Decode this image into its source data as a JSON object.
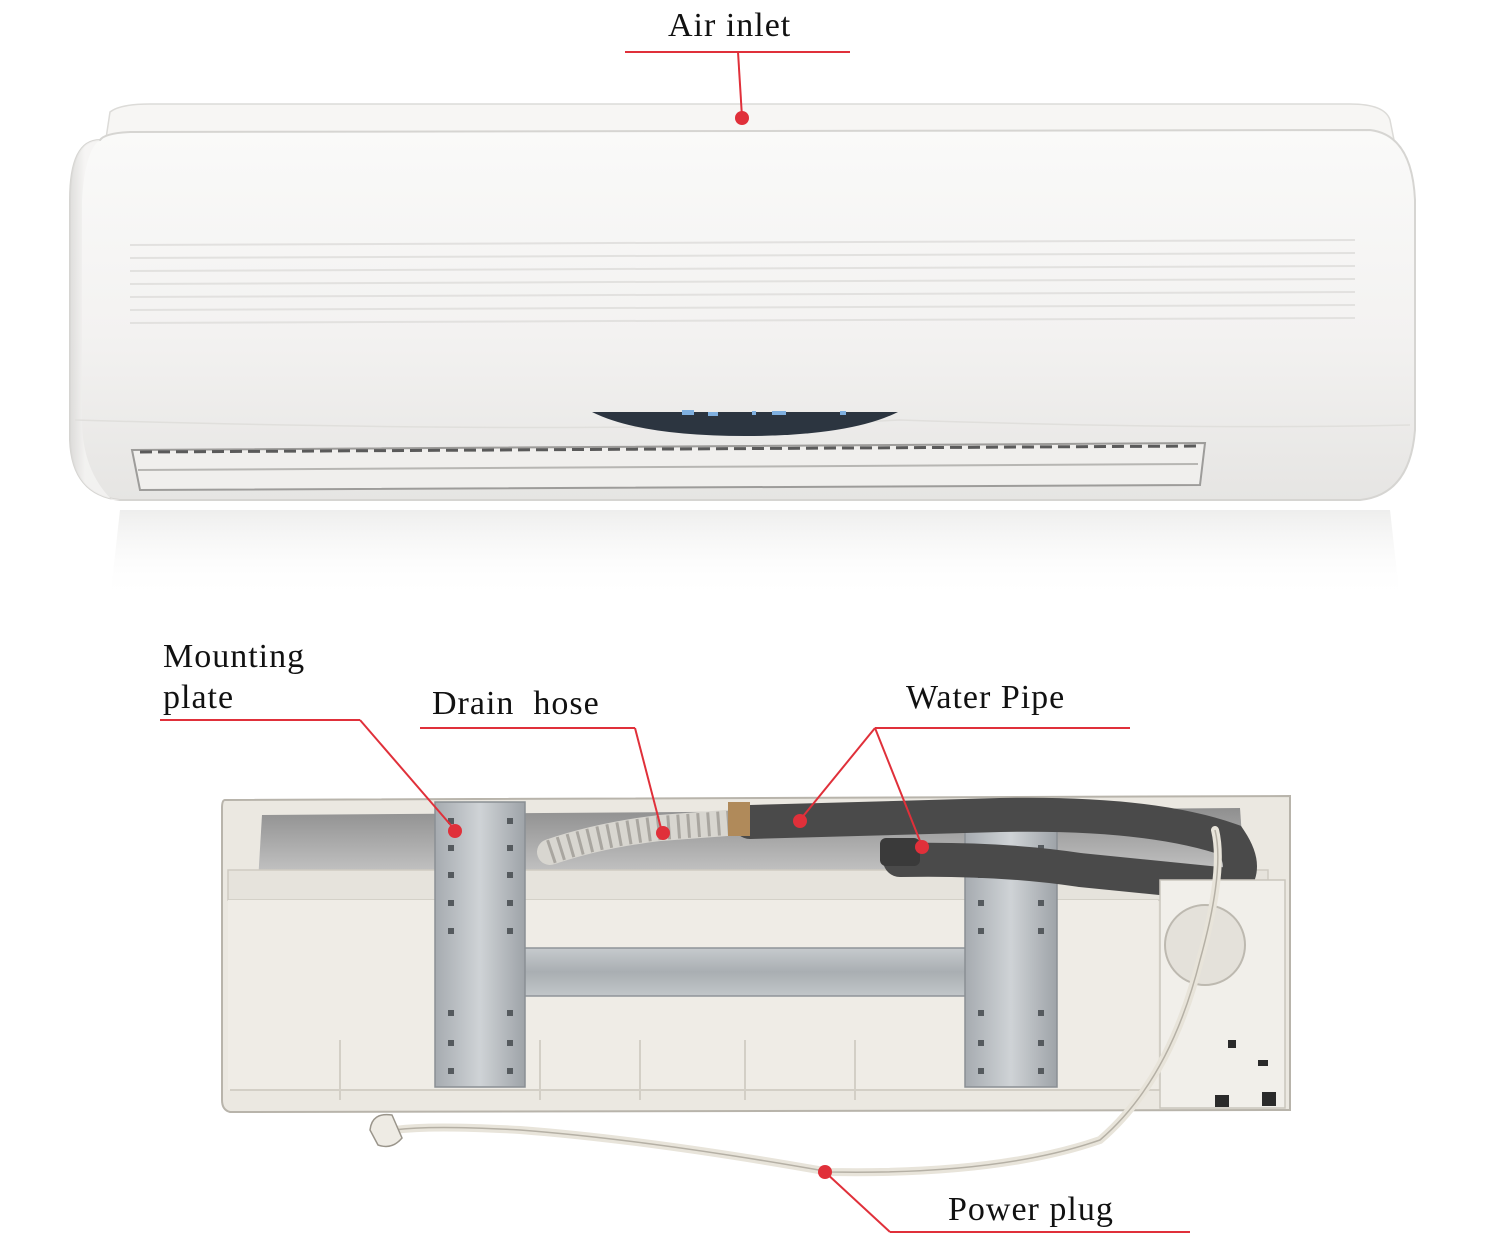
{
  "labels": {
    "air_inlet": "Air inlet",
    "mounting_plate_line1": "Mounting",
    "mounting_plate_line2": "plate",
    "drain_hose": "Drain  hose",
    "water_pipe": "Water Pipe",
    "power_plug": "Power plug"
  },
  "colors": {
    "leader_line": "#e0303a",
    "unit_body": "#f4f3f2",
    "rear_frame": "#e9e6df",
    "metal_bracket": "#b9bec2",
    "dark_pipe": "#4a4a4a",
    "label_text": "#111111"
  }
}
